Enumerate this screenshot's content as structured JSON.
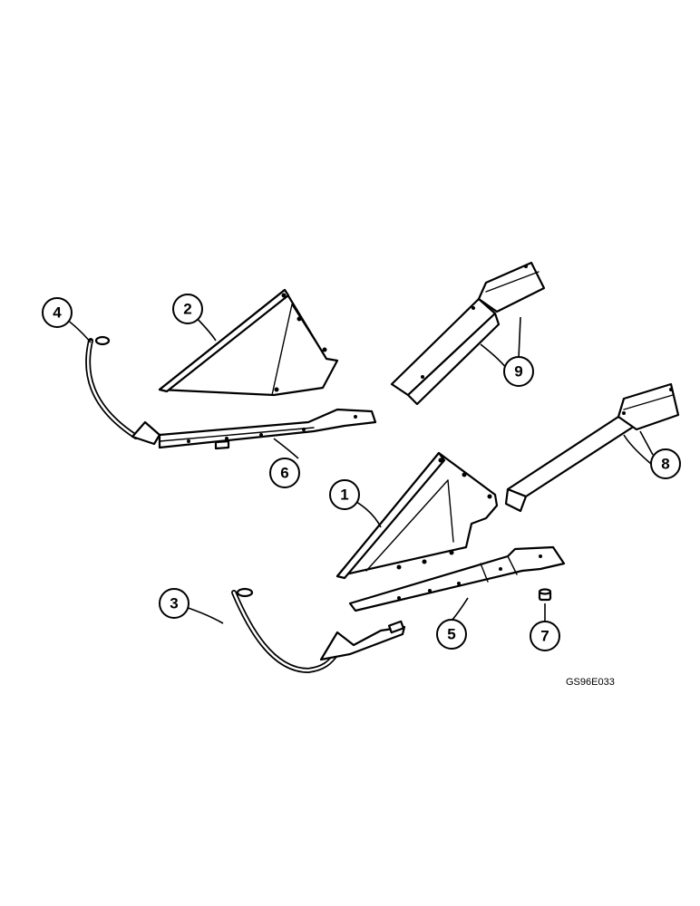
{
  "figure_id": "GS96E033",
  "callouts": [
    {
      "label": "1"
    },
    {
      "label": "2"
    },
    {
      "label": "3"
    },
    {
      "label": "4"
    },
    {
      "label": "5"
    },
    {
      "label": "6"
    },
    {
      "label": "7"
    },
    {
      "label": "8"
    },
    {
      "label": "9"
    }
  ],
  "colors": {
    "ink": "#000000",
    "paper": "#ffffff"
  }
}
